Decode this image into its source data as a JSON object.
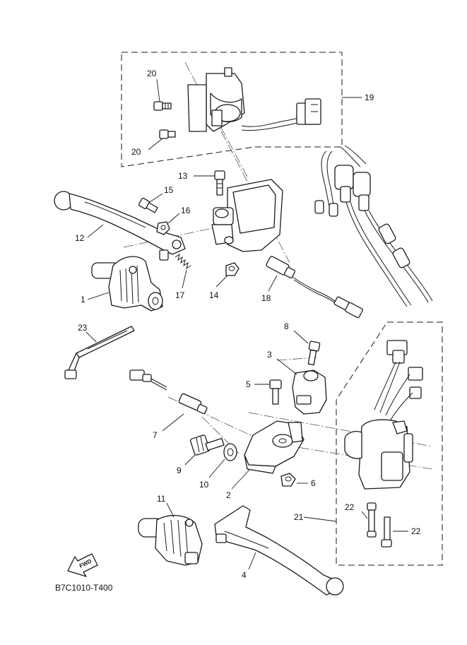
{
  "diagram": {
    "drawing_code": "B7C1010-T400",
    "fwd_label": "FWD",
    "callouts": {
      "c1": "1",
      "c2": "2",
      "c3": "3",
      "c4": "4",
      "c5": "5",
      "c6": "6",
      "c7": "7",
      "c8": "8",
      "c9": "9",
      "c10": "10",
      "c11": "11",
      "c12": "12",
      "c13": "13",
      "c14": "14",
      "c15": "15",
      "c16": "16",
      "c17": "17",
      "c18": "18",
      "c19": "19",
      "c20a": "20",
      "c20b": "20",
      "c21": "21",
      "c22a": "22",
      "c22b": "22",
      "c23": "23"
    }
  }
}
